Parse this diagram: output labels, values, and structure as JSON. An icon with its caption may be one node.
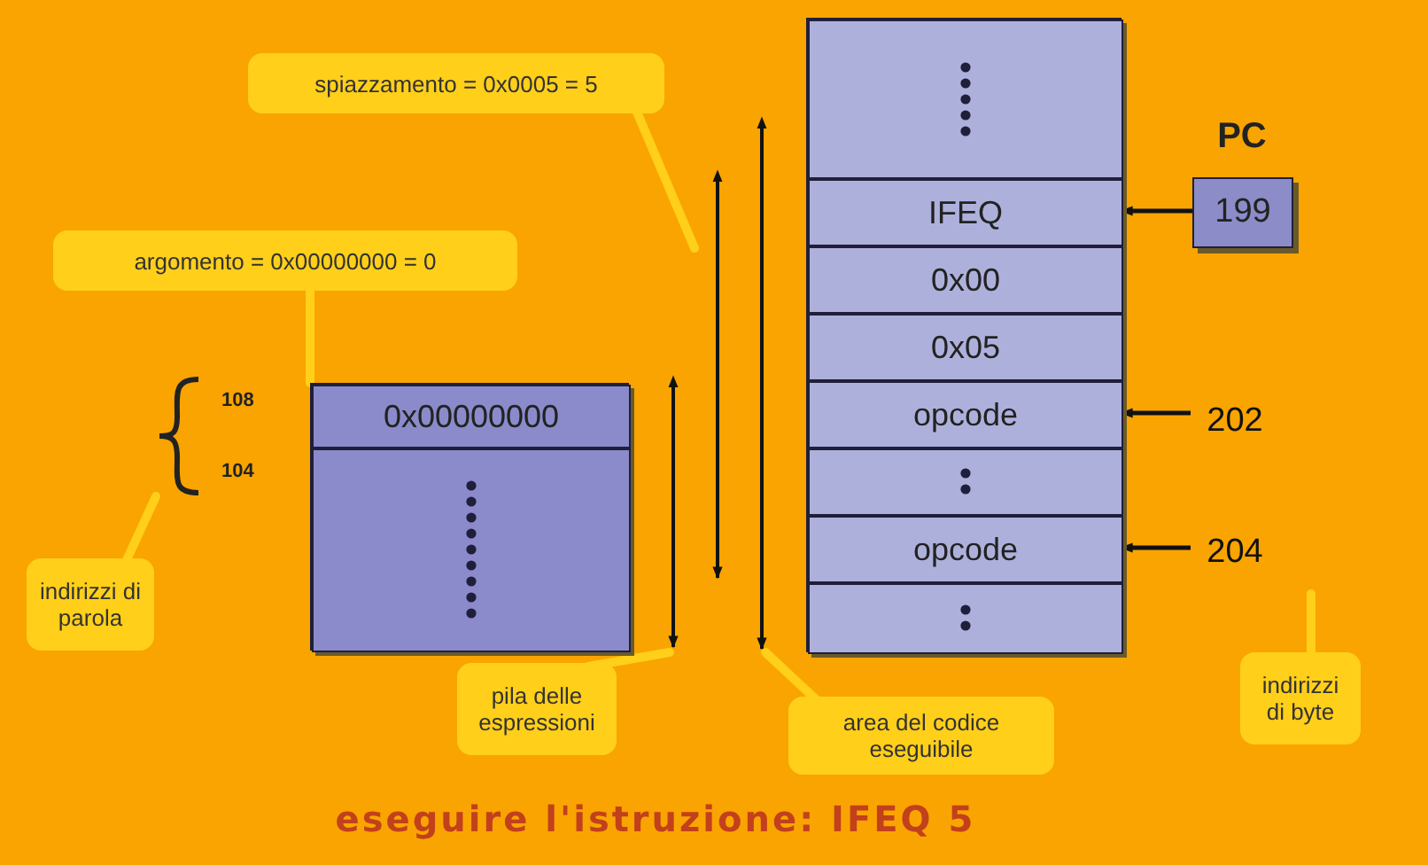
{
  "diagram": {
    "title": "eseguire l'istruzione: IFEQ 5",
    "nodes": [
      {
        "text": [
          "spiazzamento = 0x0005 = 5"
        ]
      },
      {
        "text": [
          "argomento = 0x00000000 = 0"
        ]
      },
      {
        "text": [],
        "shape": "box"
      },
      {
        "text": [
          "0x00000000"
        ],
        "in": 2
      },
      {
        "text": [],
        "shape": "box",
        "in": 2
      },
      {
        "text": [],
        "shape": "box"
      },
      {
        "text": [],
        "shape": "box",
        "in": 5
      },
      {
        "text": [
          "IFEQ"
        ],
        "in": 5
      },
      {
        "text": [
          "0x00"
        ],
        "in": 5
      },
      {
        "text": [
          "0x05"
        ],
        "in": 5
      },
      {
        "text": [
          "opcode"
        ],
        "in": 5
      },
      {
        "text": [],
        "shape": "box",
        "in": 5
      },
      {
        "text": [
          "opcode"
        ],
        "in": 5
      },
      {
        "text": [],
        "shape": "box",
        "in": 5
      },
      {
        "text": [
          "PC",
          "199"
        ]
      },
      {
        "text": [
          "202"
        ]
      },
      {
        "text": [
          "204"
        ]
      },
      {
        "text": [
          "indirizzi di parola"
        ]
      },
      {
        "text": [
          "pila delle espressioni"
        ]
      },
      {
        "text": [
          "area del codice eseguibile"
        ]
      },
      {
        "text": [
          "indirizzi di byte"
        ]
      },
      {
        "text": [],
        "shape": "brace"
      }
    ],
    "edges": [
      {
        "from": 14,
        "to": 7,
        "arrow": "to",
        "color": "#111111"
      },
      {
        "from": 15,
        "to": 10,
        "arrow": "to",
        "color": "#111111"
      },
      {
        "from": 16,
        "to": 12,
        "arrow": "to",
        "color": "#111111"
      },
      {
        "from": 0,
        "to": null,
        "arrow": "none"
      },
      {
        "from": 1,
        "to": 3,
        "arrow": "none"
      },
      {
        "from": 17,
        "to": 21,
        "arrow": "none"
      },
      {
        "from": 18,
        "to": null,
        "arrow": "none"
      },
      {
        "from": 19,
        "to": null,
        "arrow": "none"
      },
      {
        "from": 20,
        "to": null,
        "arrow": "none"
      }
    ],
    "labels": [
      "108",
      "104"
    ]
  }
}
